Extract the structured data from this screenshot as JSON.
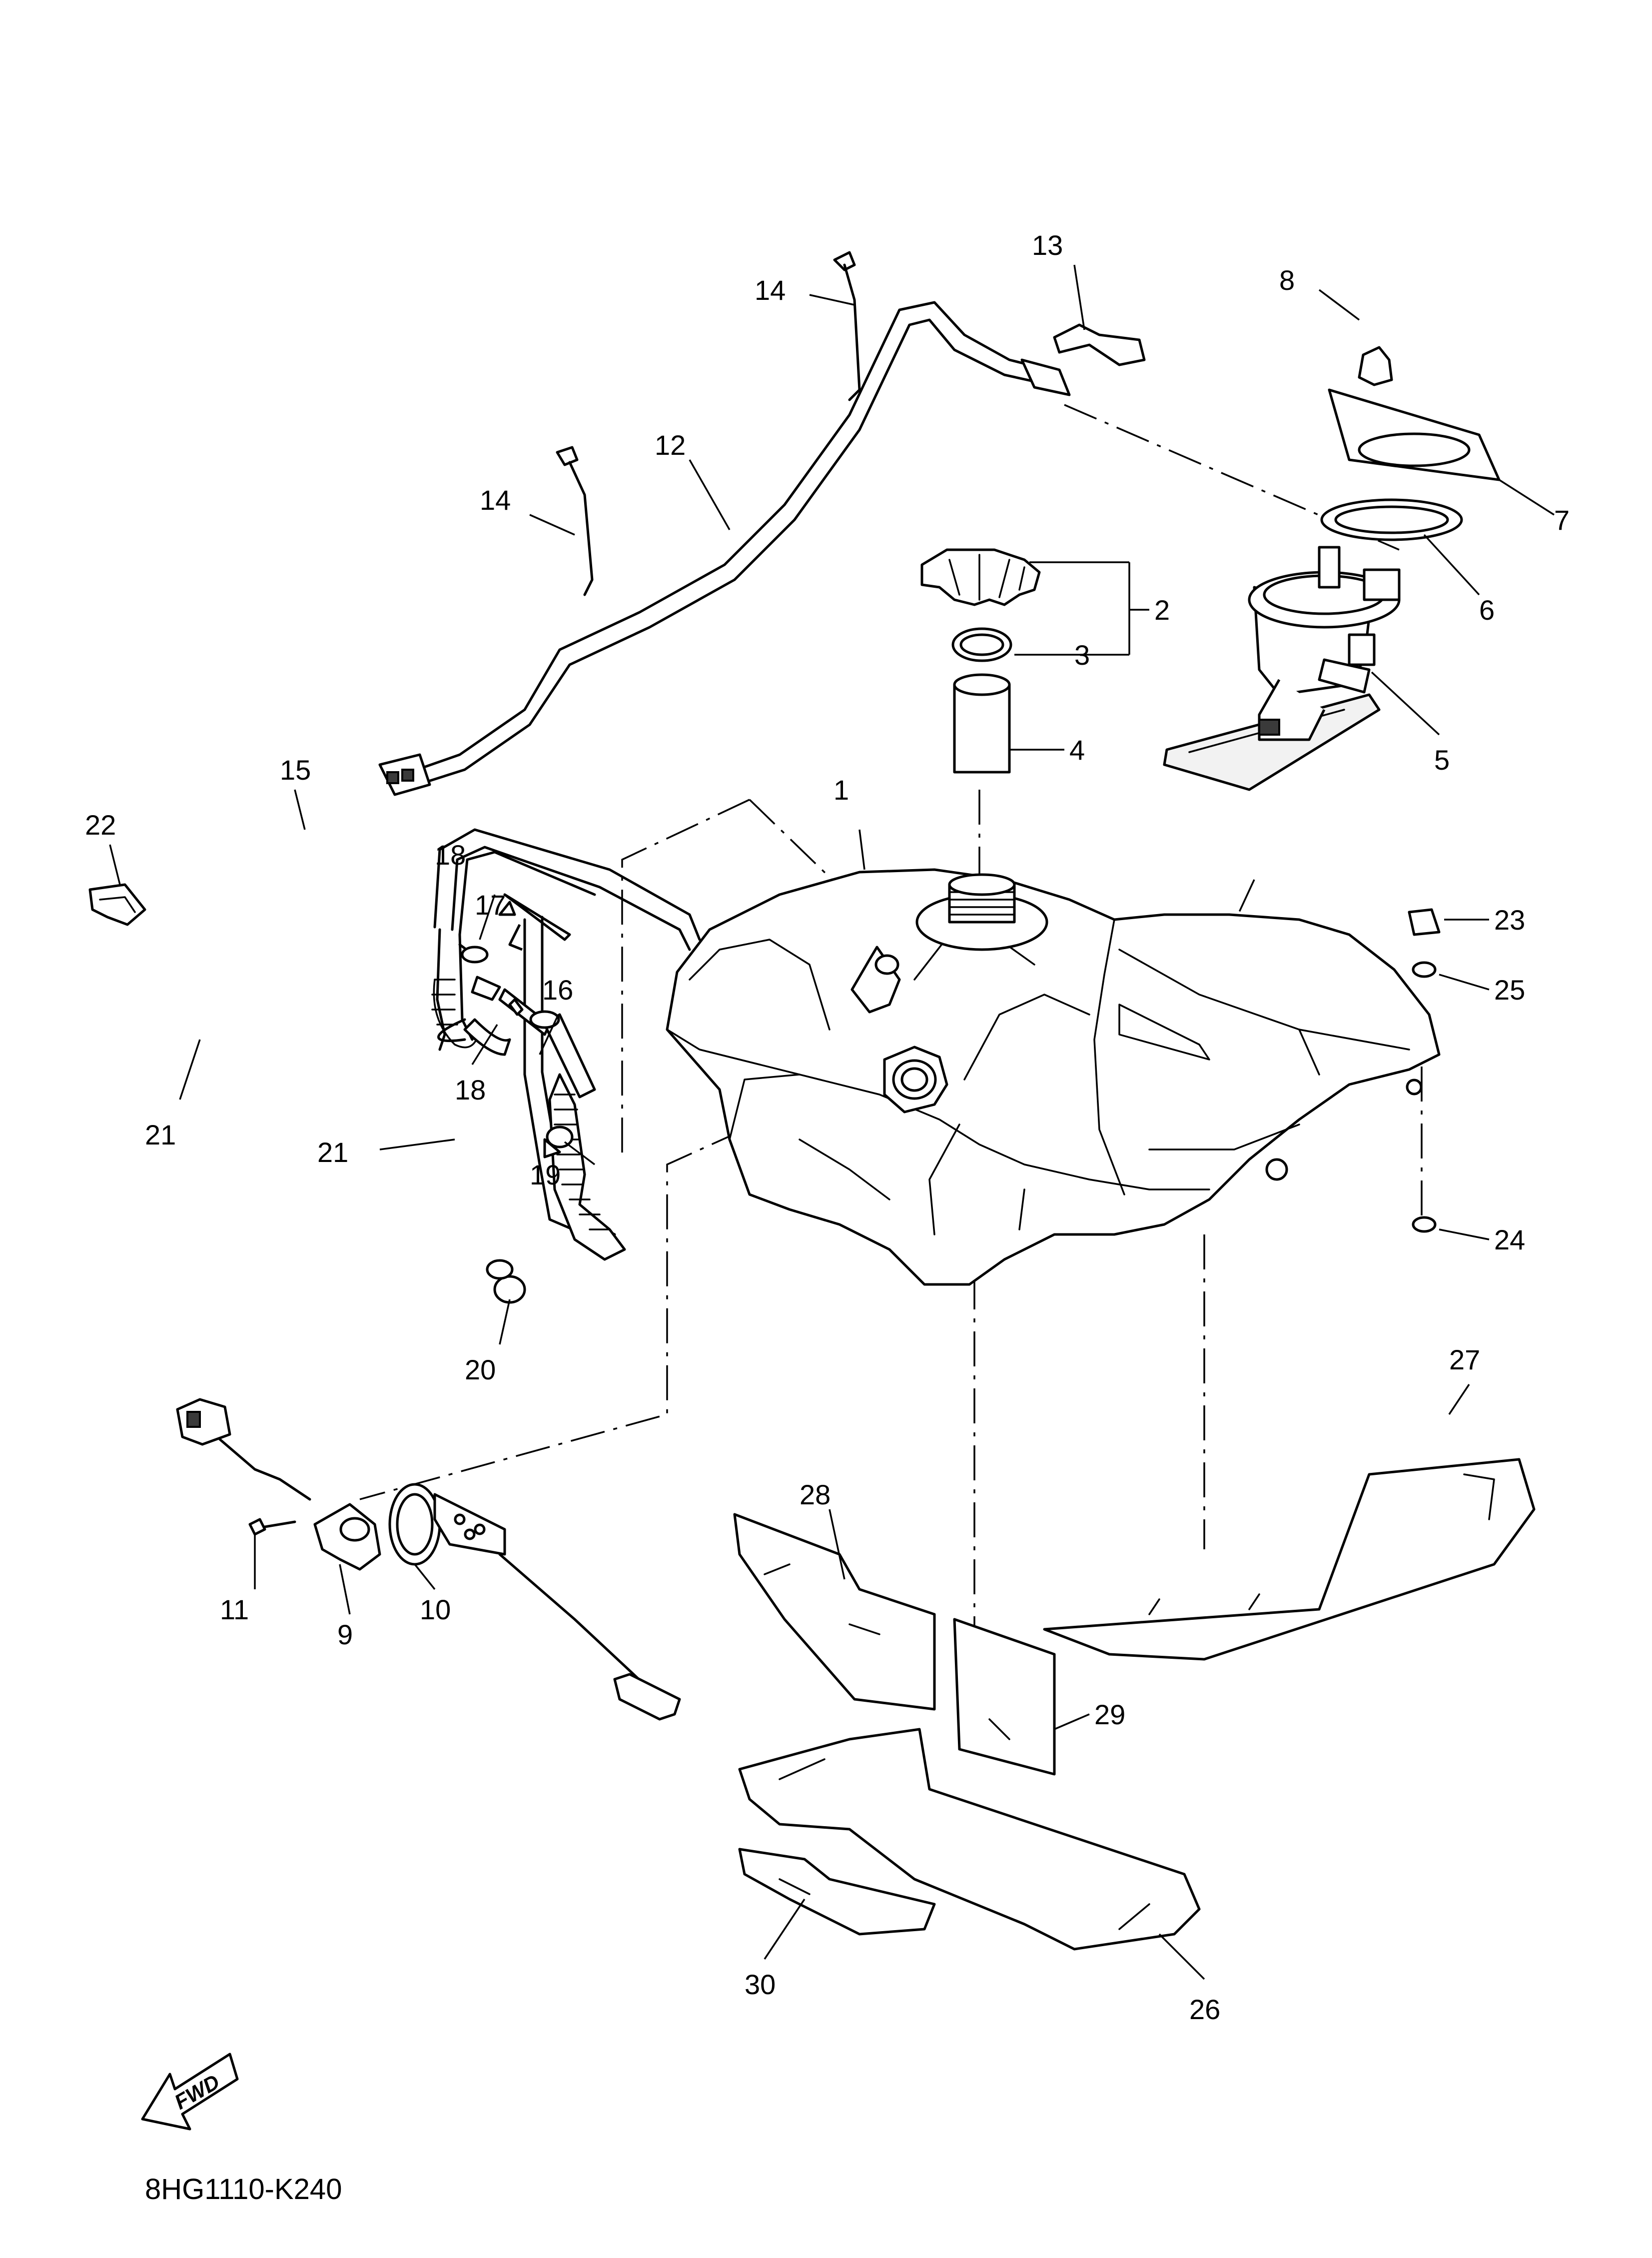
{
  "callouts": {
    "c1": "1",
    "c2": "2",
    "c3": "3",
    "c4": "4",
    "c5": "5",
    "c6": "6",
    "c7": "7",
    "c8": "8",
    "c9": "9",
    "c10": "10",
    "c11": "11",
    "c12": "12",
    "c13": "13",
    "c14a": "14",
    "c14b": "14",
    "c15": "15",
    "c16": "16",
    "c17": "17",
    "c18a": "18",
    "c18b": "18",
    "c19": "19",
    "c20": "20",
    "c21a": "21",
    "c21b": "21",
    "c22": "22",
    "c23": "23",
    "c24": "24",
    "c25": "25",
    "c26": "26",
    "c27": "27",
    "c28": "28",
    "c29": "29",
    "c30": "30"
  },
  "fwd_label": "FWD",
  "diagram_code": "8HG1110-K240"
}
